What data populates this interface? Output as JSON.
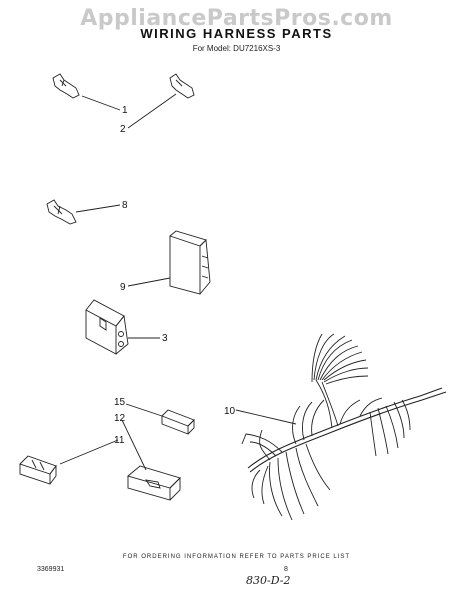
{
  "watermark": "AppliancePartsPros.com",
  "title": "WIRING HARNESS PARTS",
  "model_line": "For Model: DU7216XS-3",
  "footer_note": "FOR ORDERING INFORMATION REFER TO PARTS PRICE LIST",
  "doc_number": "3369931",
  "page_number": "8",
  "handwritten_note": "830-D-2",
  "callouts": {
    "c1": "1",
    "c2": "2",
    "c8": "8",
    "c9": "9",
    "c3": "3",
    "c15": "15",
    "c12": "12",
    "c11": "11",
    "c10": "10"
  },
  "colors": {
    "line": "#222222",
    "watermark": "#c9c9c9"
  }
}
